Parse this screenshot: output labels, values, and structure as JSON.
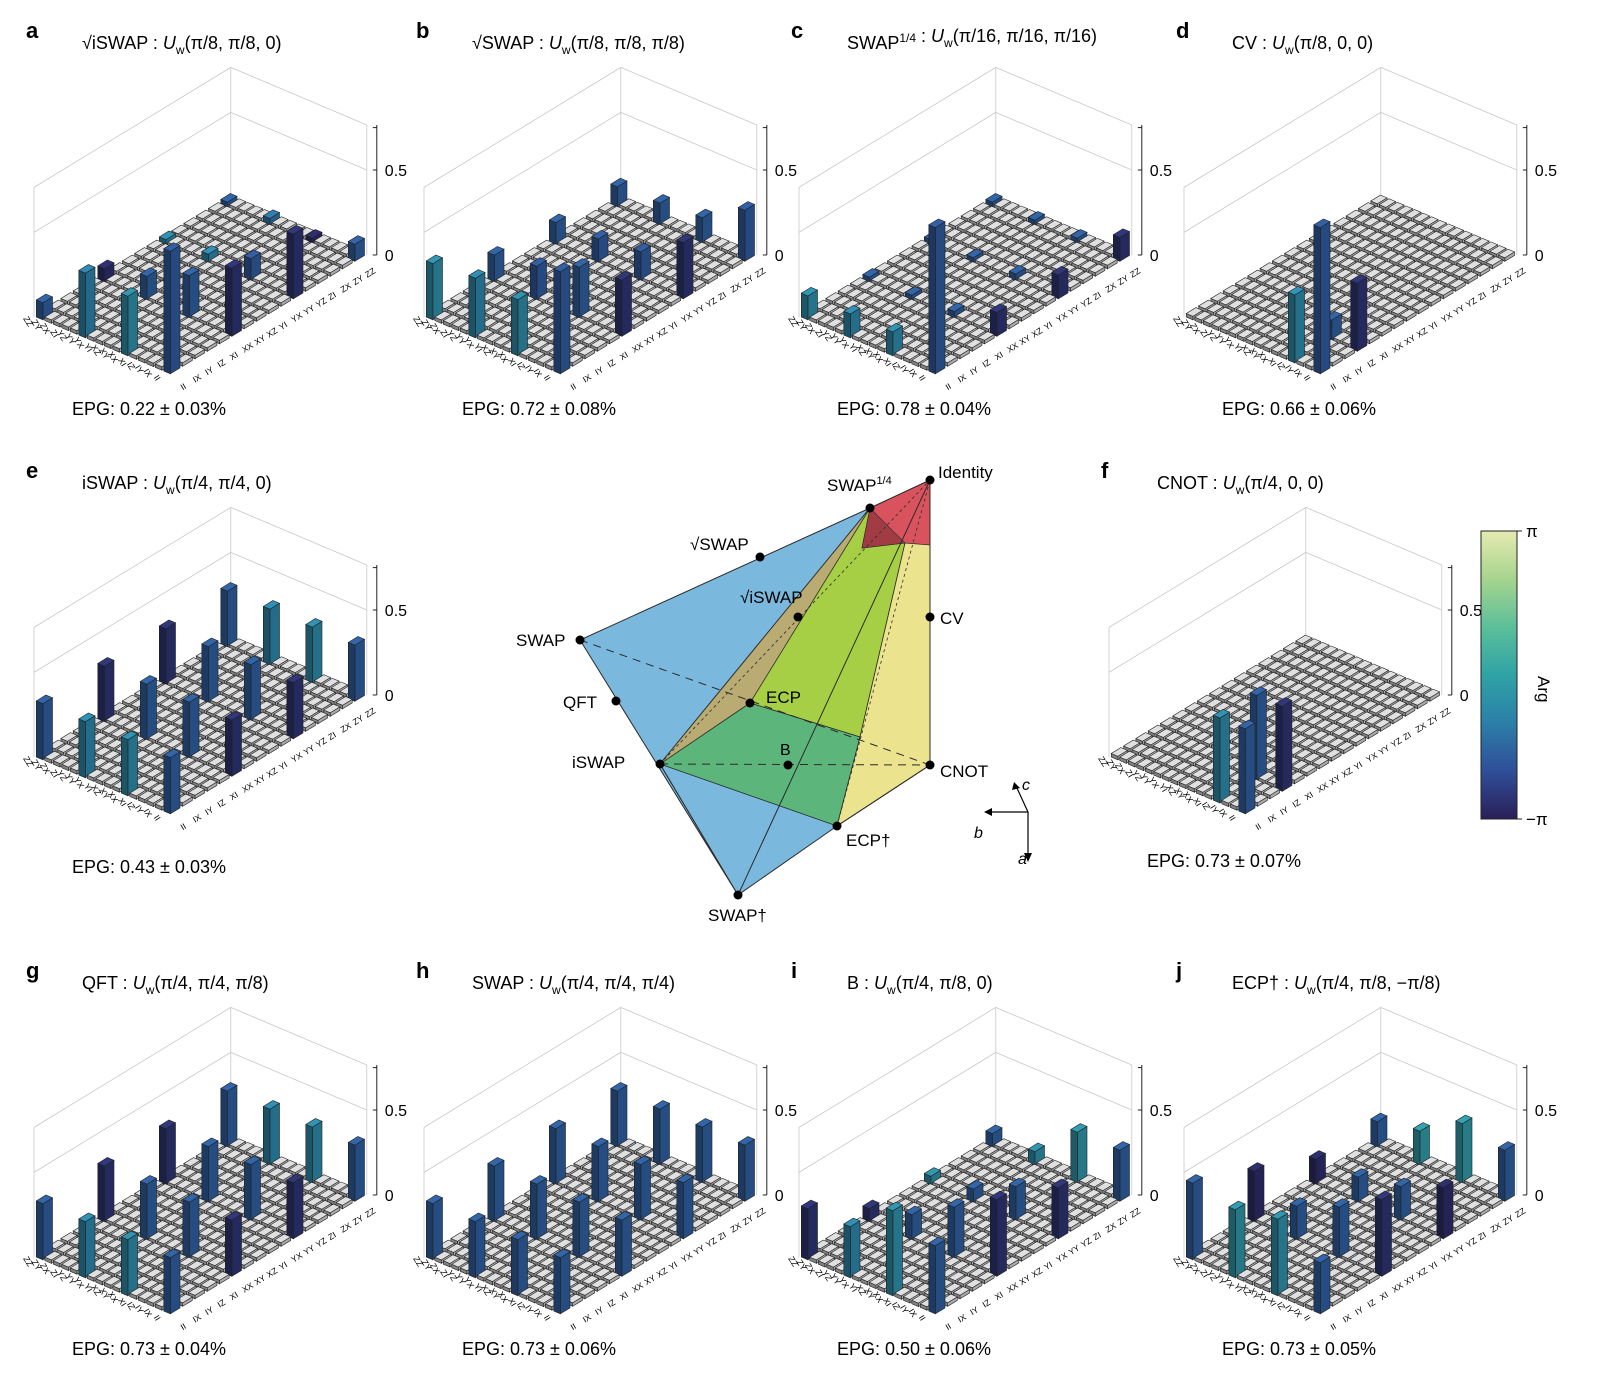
{
  "labels": [
    "II",
    "IX",
    "IY",
    "IZ",
    "XI",
    "XX",
    "XY",
    "XZ",
    "YI",
    "YX",
    "YY",
    "YZ",
    "ZI",
    "ZX",
    "ZY",
    "ZZ"
  ],
  "z_ticks": [
    "0",
    "0.5"
  ],
  "panels": [
    {
      "letter": "a",
      "gate": "√iSWAP",
      "params": "(π/8, π/8, 0)",
      "epg": "EPG: 0.22 ± 0.03%",
      "bars": [
        [
          0,
          0,
          0.72,
          0.2
        ],
        [
          0,
          5,
          0.35,
          0.4
        ],
        [
          0,
          10,
          0.38,
          0.34
        ],
        [
          0,
          15,
          0.1,
          0.22
        ],
        [
          5,
          0,
          0.4,
          0.07
        ],
        [
          5,
          5,
          0.25,
          0.22
        ],
        [
          5,
          10,
          0.14,
          0.22
        ],
        [
          5,
          15,
          0.08,
          0.05
        ],
        [
          10,
          0,
          0.38,
          0.07
        ],
        [
          10,
          5,
          0.13,
          0.2
        ],
        [
          10,
          10,
          0.05,
          0.36
        ],
        [
          10,
          15,
          0.03,
          0.38
        ],
        [
          15,
          0,
          0.1,
          0.22
        ],
        [
          15,
          5,
          0.03,
          0.04
        ],
        [
          15,
          10,
          0.04,
          0.3
        ],
        [
          15,
          15,
          0.03,
          0.22
        ]
      ]
    },
    {
      "letter": "b",
      "gate": "√SWAP",
      "params": "(π/8, π/8, π/8)",
      "epg": "EPG: 0.72 ± 0.08%",
      "bars": [
        [
          0,
          0,
          0.6,
          0.2
        ],
        [
          0,
          5,
          0.33,
          0.38
        ],
        [
          0,
          10,
          0.35,
          0.36
        ],
        [
          0,
          15,
          0.33,
          0.4
        ],
        [
          5,
          0,
          0.33,
          0.07
        ],
        [
          5,
          5,
          0.3,
          0.22
        ],
        [
          5,
          10,
          0.2,
          0.2
        ],
        [
          5,
          15,
          0.16,
          0.22
        ],
        [
          10,
          0,
          0.33,
          0.07
        ],
        [
          10,
          5,
          0.17,
          0.2
        ],
        [
          10,
          10,
          0.14,
          0.2
        ],
        [
          10,
          15,
          0.13,
          0.22
        ],
        [
          15,
          0,
          0.3,
          0.2
        ],
        [
          15,
          5,
          0.15,
          0.22
        ],
        [
          15,
          10,
          0.13,
          0.22
        ],
        [
          15,
          15,
          0.12,
          0.22
        ]
      ]
    },
    {
      "letter": "c",
      "gate": "SWAP",
      "sup": "1/4",
      "params": "(π/16, π/16, π/16)",
      "epg": "EPG: 0.78 ± 0.04%",
      "bars": [
        [
          0,
          0,
          0.86,
          0.2
        ],
        [
          0,
          5,
          0.14,
          0.38
        ],
        [
          0,
          10,
          0.14,
          0.36
        ],
        [
          0,
          15,
          0.14,
          0.4
        ],
        [
          5,
          0,
          0.14,
          0.07
        ],
        [
          5,
          5,
          0.04,
          0.22
        ],
        [
          5,
          10,
          0.03,
          0.22
        ],
        [
          5,
          15,
          0.03,
          0.22
        ],
        [
          10,
          0,
          0.14,
          0.07
        ],
        [
          10,
          5,
          0.04,
          0.22
        ],
        [
          10,
          10,
          0.03,
          0.22
        ],
        [
          10,
          15,
          0.03,
          0.22
        ],
        [
          15,
          0,
          0.14,
          0.07
        ],
        [
          15,
          5,
          0.03,
          0.22
        ],
        [
          15,
          10,
          0.03,
          0.22
        ],
        [
          15,
          15,
          0.03,
          0.22
        ]
      ]
    },
    {
      "letter": "d",
      "gate": "CV",
      "params": "(π/8, 0, 0)",
      "epg": "EPG: 0.66 ± 0.06%",
      "bars": [
        [
          0,
          0,
          0.86,
          0.2
        ],
        [
          0,
          3,
          0.4,
          0.38
        ],
        [
          3,
          0,
          0.4,
          0.07
        ],
        [
          3,
          3,
          0.12,
          0.22
        ]
      ]
    },
    {
      "letter": "e",
      "gate": "iSWAP",
      "params": "(π/4, π/4, 0)",
      "epg": "EPG: 0.43 ± 0.03%",
      "bars": [
        [
          0,
          0,
          0.33,
          0.22
        ],
        [
          0,
          5,
          0.33,
          0.38
        ],
        [
          0,
          10,
          0.33,
          0.36
        ],
        [
          0,
          15,
          0.33,
          0.22
        ],
        [
          5,
          0,
          0.33,
          0.07
        ],
        [
          5,
          5,
          0.33,
          0.22
        ],
        [
          5,
          10,
          0.33,
          0.22
        ],
        [
          5,
          15,
          0.33,
          0.07
        ],
        [
          10,
          0,
          0.33,
          0.07
        ],
        [
          10,
          5,
          0.33,
          0.22
        ],
        [
          10,
          10,
          0.33,
          0.22
        ],
        [
          10,
          15,
          0.33,
          0.07
        ],
        [
          15,
          0,
          0.33,
          0.22
        ],
        [
          15,
          5,
          0.33,
          0.38
        ],
        [
          15,
          10,
          0.33,
          0.36
        ],
        [
          15,
          15,
          0.33,
          0.22
        ]
      ]
    },
    {
      "letter": "f",
      "gate": "CNOT",
      "params": "(π/4, 0, 0)",
      "epg": "EPG: 0.73 ± 0.07%",
      "bars": [
        [
          0,
          0,
          0.5,
          0.22
        ],
        [
          0,
          3,
          0.5,
          0.38
        ],
        [
          3,
          0,
          0.5,
          0.07
        ],
        [
          3,
          3,
          0.5,
          0.22
        ]
      ]
    },
    {
      "letter": "g",
      "gate": "QFT",
      "params": "(π/4, π/4, π/8)",
      "epg": "EPG: 0.73 ± 0.04%",
      "bars": [
        [
          0,
          0,
          0.33,
          0.22
        ],
        [
          0,
          5,
          0.33,
          0.38
        ],
        [
          0,
          10,
          0.33,
          0.36
        ],
        [
          0,
          15,
          0.33,
          0.22
        ],
        [
          5,
          0,
          0.33,
          0.07
        ],
        [
          5,
          5,
          0.33,
          0.22
        ],
        [
          5,
          10,
          0.33,
          0.22
        ],
        [
          5,
          15,
          0.33,
          0.07
        ],
        [
          10,
          0,
          0.33,
          0.07
        ],
        [
          10,
          5,
          0.33,
          0.22
        ],
        [
          10,
          10,
          0.33,
          0.22
        ],
        [
          10,
          15,
          0.33,
          0.07
        ],
        [
          15,
          0,
          0.33,
          0.22
        ],
        [
          15,
          5,
          0.33,
          0.38
        ],
        [
          15,
          10,
          0.33,
          0.36
        ],
        [
          15,
          15,
          0.33,
          0.22
        ]
      ]
    },
    {
      "letter": "h",
      "gate": "SWAP",
      "params": "(π/4, π/4, π/4)",
      "epg": "EPG: 0.73 ± 0.06%",
      "bars": [
        [
          0,
          0,
          0.33,
          0.22
        ],
        [
          0,
          5,
          0.33,
          0.22
        ],
        [
          0,
          10,
          0.33,
          0.22
        ],
        [
          0,
          15,
          0.33,
          0.22
        ],
        [
          5,
          0,
          0.33,
          0.22
        ],
        [
          5,
          5,
          0.33,
          0.22
        ],
        [
          5,
          10,
          0.33,
          0.22
        ],
        [
          5,
          15,
          0.33,
          0.22
        ],
        [
          10,
          0,
          0.33,
          0.22
        ],
        [
          10,
          5,
          0.33,
          0.22
        ],
        [
          10,
          10,
          0.33,
          0.22
        ],
        [
          10,
          15,
          0.33,
          0.22
        ],
        [
          15,
          0,
          0.33,
          0.22
        ],
        [
          15,
          5,
          0.33,
          0.22
        ],
        [
          15,
          10,
          0.33,
          0.22
        ],
        [
          15,
          15,
          0.33,
          0.22
        ]
      ]
    },
    {
      "letter": "i",
      "gate": "B",
      "params": "(π/4, π/8, 0)",
      "epg": "EPG: 0.50 ± 0.06%",
      "bars": [
        [
          0,
          0,
          0.4,
          0.22
        ],
        [
          0,
          5,
          0.5,
          0.4
        ],
        [
          0,
          10,
          0.3,
          0.36
        ],
        [
          0,
          15,
          0.3,
          0.07
        ],
        [
          5,
          0,
          0.45,
          0.07
        ],
        [
          5,
          5,
          0.3,
          0.22
        ],
        [
          5,
          10,
          0.15,
          0.22
        ],
        [
          5,
          15,
          0.08,
          0.07
        ],
        [
          10,
          0,
          0.3,
          0.07
        ],
        [
          10,
          5,
          0.2,
          0.22
        ],
        [
          10,
          10,
          0.08,
          0.22
        ],
        [
          10,
          15,
          0.05,
          0.4
        ],
        [
          15,
          0,
          0.3,
          0.22
        ],
        [
          15,
          5,
          0.3,
          0.42
        ],
        [
          15,
          10,
          0.08,
          0.4
        ],
        [
          15,
          15,
          0.08,
          0.22
        ]
      ]
    },
    {
      "letter": "j",
      "gate": "ECP†",
      "params": "(π/4, π/8, −π/8)",
      "epg": "EPG: 0.73 ± 0.05%",
      "bars": [
        [
          0,
          0,
          0.3,
          0.22
        ],
        [
          0,
          5,
          0.45,
          0.4
        ],
        [
          0,
          10,
          0.4,
          0.42
        ],
        [
          0,
          15,
          0.45,
          0.22
        ],
        [
          5,
          0,
          0.45,
          0.07
        ],
        [
          5,
          5,
          0.3,
          0.22
        ],
        [
          5,
          10,
          0.2,
          0.22
        ],
        [
          5,
          15,
          0.3,
          0.04
        ],
        [
          10,
          0,
          0.3,
          0.04
        ],
        [
          10,
          5,
          0.2,
          0.22
        ],
        [
          10,
          10,
          0.15,
          0.22
        ],
        [
          10,
          15,
          0.15,
          0.04
        ],
        [
          15,
          0,
          0.3,
          0.22
        ],
        [
          15,
          5,
          0.35,
          0.45
        ],
        [
          15,
          10,
          0.2,
          0.45
        ],
        [
          15,
          15,
          0.15,
          0.22
        ]
      ]
    }
  ],
  "weyl": {
    "vertices": [
      "Identity",
      "SWAP¹ᐟ⁴",
      "CV",
      "CNOT",
      "SWAP",
      "iSWAP",
      "SWAP†"
    ],
    "labels": {
      "identity": "Identity",
      "swap14": "SWAP",
      "swap14_sup": "1/4",
      "sqrtswap": "√SWAP",
      "sqrtiswap": "√iSWAP",
      "swap": "SWAP",
      "qft": "QFT",
      "iswap": "iSWAP",
      "ecp": "ECP",
      "b": "B",
      "cv": "CV",
      "cnot": "CNOT",
      "ecpdag": "ECP†",
      "swapdag": "SWAP†"
    },
    "axes": {
      "a": "a",
      "b": "b",
      "c": "c"
    },
    "colors": {
      "blue": "#7ab8dd",
      "red": "#d9535e",
      "green_light": "#a6cf46",
      "green": "#5cb67c",
      "yellow": "#ece38e",
      "tan": "#b9ab72"
    }
  },
  "colorbar": {
    "top": "π",
    "bottom": "−π",
    "label": "Arg",
    "stops": [
      "#2a1f58",
      "#2f4f99",
      "#2c7fa8",
      "#2fa3a5",
      "#5cbf9a",
      "#a6d48e",
      "#e6eab0"
    ]
  },
  "neutral_bar": "#cfcfcf"
}
